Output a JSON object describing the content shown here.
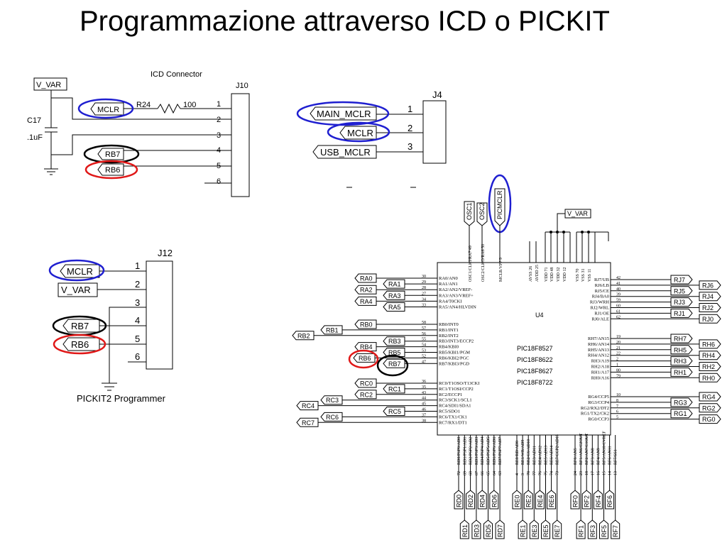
{
  "title": "Programmazione attraverso ICD o PICKIT",
  "icd": {
    "heading": "ICD Connector",
    "ref": "J10",
    "vvar": "V_VAR",
    "cap_ref": "C17",
    "cap_val": ".1uF",
    "res_ref": "R24",
    "res_val": "100",
    "mclr": "MCLR",
    "rb7": "RB7",
    "rb6": "RB6",
    "pins": [
      "1",
      "2",
      "3",
      "4",
      "5",
      "6"
    ]
  },
  "j4": {
    "ref": "J4",
    "labels": [
      "MAIN_MCLR",
      "MCLR",
      "USB_MCLR"
    ],
    "pins": [
      "1",
      "2",
      "3"
    ]
  },
  "pickit": {
    "ref": "J12",
    "caption": "PICKIT2 Programmer",
    "labels": [
      "MCLR",
      "V_VAR",
      "RB7",
      "RB6"
    ],
    "pins": [
      "1",
      "2",
      "3",
      "4",
      "5",
      "6"
    ]
  },
  "mcu": {
    "ref": "U4",
    "parts": [
      "PIC18F8527",
      "PIC18F8622",
      "PIC18F8627",
      "PIC18F8722"
    ],
    "top_labels": [
      "OSC1",
      "OSC2",
      "PICMCLR",
      "V_VAR"
    ],
    "top_pins": [
      "OSC1/CLKI/RA7 49",
      "OSC2/CLKO/RA6 50",
      "MCLR/VPP 9",
      "AVSS 26",
      "AVDD 25",
      "VDD 71",
      "VDD 48",
      "VDD 32",
      "VDD 12",
      "VSS 70",
      "VSS 31",
      "VSS 11"
    ],
    "left_pins": [
      [
        "30",
        "RA0/AN0"
      ],
      [
        "29",
        "RA1/AN1"
      ],
      [
        "28",
        "RA2/AN2/VREF-"
      ],
      [
        "27",
        "RA3/AN3/VREF+"
      ],
      [
        "34",
        "RA4/T0CKI"
      ],
      [
        "33",
        "RA5/AN4/HLVDIN"
      ],
      [
        "58",
        "RB0/INT0"
      ],
      [
        "57",
        "RB1/INT1"
      ],
      [
        "56",
        "RB2/INT2"
      ],
      [
        "55",
        "RB3/INT3/ECCP2"
      ],
      [
        "54",
        "RB4/KBI0"
      ],
      [
        "53",
        "RB5/KBI1/PGM"
      ],
      [
        "52",
        "RB6/KBI2/PGC"
      ],
      [
        "47",
        "RB7/KBI3/PGD"
      ],
      [
        "36",
        "RC0/T1OSO/T13CKI"
      ],
      [
        "35",
        "RC1/T1OSI/CCP2"
      ],
      [
        "43",
        "RC2/ECCP1"
      ],
      [
        "44",
        "RC3/SCK1/SCL1"
      ],
      [
        "45",
        "RC4/SDI1/SDA1"
      ],
      [
        "46",
        "RC5/SDO1"
      ],
      [
        "37",
        "RC6/TX1/CK1"
      ],
      [
        "38",
        "RC7/RX1/DT1"
      ]
    ],
    "right_pins": [
      [
        "42",
        "RJ7/UB"
      ],
      [
        "41",
        "RJ6/LB"
      ],
      [
        "40",
        "RJ5/CE"
      ],
      [
        "39",
        "RJ4/BA0"
      ],
      [
        "59",
        "RJ3/WRH"
      ],
      [
        "60",
        "RJ2/WRL"
      ],
      [
        "61",
        "RJ1/OE"
      ],
      [
        "62",
        "RJ0/ALE"
      ],
      [
        "19",
        "RH7/AN15"
      ],
      [
        "20",
        "RH6/AN14"
      ],
      [
        "21",
        "RH5/AN13"
      ],
      [
        "22",
        "RH4/AN12"
      ],
      [
        "2",
        "RH3/A19"
      ],
      [
        "1",
        "RH2/A18"
      ],
      [
        "80",
        "RH1/A17"
      ],
      [
        "79",
        "RH0/A16"
      ],
      [
        "10",
        "RG4/CCP5"
      ],
      [
        "8",
        "RG3/CCP4"
      ],
      [
        "7",
        "RG2/RX2/DT2"
      ],
      [
        "6",
        "RG1/TX2/CK2"
      ],
      [
        "5",
        "RG0/CCP3"
      ]
    ],
    "left_tags": {
      "ra": [
        "RA0",
        "RA1",
        "RA2",
        "RA3",
        "RA4",
        "RA5"
      ],
      "rb": [
        "RB0",
        "RB1",
        "RB2",
        "RB3",
        "RB4",
        "RB5",
        "RB6",
        "RB7"
      ],
      "rc": [
        "RC0",
        "RC1",
        "RC2",
        "RC3",
        "RC4",
        "RC5",
        "RC6",
        "RC7"
      ]
    },
    "right_tags": {
      "rj": [
        "RJ7",
        "RJ6",
        "RJ5",
        "RJ4",
        "RJ3",
        "RJ2",
        "RJ1",
        "RJ0"
      ],
      "rh": [
        "RH7",
        "RH6",
        "RH5",
        "RH4",
        "RH3",
        "RH2",
        "RH1",
        "RH0"
      ],
      "rg": [
        "RG4",
        "RG3",
        "RG2",
        "RG1",
        "RG0"
      ]
    },
    "bottom_pins": [
      [
        "72",
        "RD0/PSP0/AD0"
      ],
      [
        "69",
        "RD1/PSP1/AD1"
      ],
      [
        "68",
        "RD2/PSP2/AD2"
      ],
      [
        "67",
        "RD3/PSP3/AD3"
      ],
      [
        "66",
        "RD4/PSP4/AD4"
      ],
      [
        "65",
        "RD5/PSP5/AD5"
      ],
      [
        "64",
        "RD6/PSP6/AD6"
      ],
      [
        "63",
        "RD7/PSP7/AD7"
      ],
      [
        "4",
        "RE0/RD/AD8"
      ],
      [
        "3",
        "RE1/WR/AD9"
      ],
      [
        "78",
        "RE2/CS/AD10"
      ],
      [
        "77",
        "RE3/AD11"
      ],
      [
        "76",
        "RE4/AD12"
      ],
      [
        "75",
        "RE5/AD13"
      ],
      [
        "74",
        "RE6/AD14"
      ],
      [
        "73",
        "RE7/CCP2/AD15"
      ],
      [
        "24",
        "RF0/AN5"
      ],
      [
        "23",
        "RF1/AN6/C2OUT"
      ],
      [
        "18",
        "RF2/AN7/C1OUT"
      ],
      [
        "17",
        "RF3/AN8"
      ],
      [
        "16",
        "RF4/AN9"
      ],
      [
        "15",
        "RF5/AN10/CVREF"
      ],
      [
        "14",
        "RF6/AN11"
      ],
      [
        "13",
        "RF7/SS1"
      ]
    ],
    "bottom_tags": {
      "rd": [
        "RD0",
        "RD1",
        "RD2",
        "RD3",
        "RD4",
        "RD5",
        "RD6",
        "RD7"
      ],
      "re": [
        "RE0",
        "RE1",
        "RE2",
        "RE3",
        "RE4",
        "RE5",
        "RE6",
        "RE7"
      ],
      "rf": [
        "RF0",
        "RF1",
        "RF2",
        "RF3",
        "RF4",
        "RF5",
        "RF6",
        "RF7"
      ]
    }
  },
  "colors": {
    "blue": "#1f1fd0",
    "red": "#e01818",
    "black": "#000000"
  }
}
